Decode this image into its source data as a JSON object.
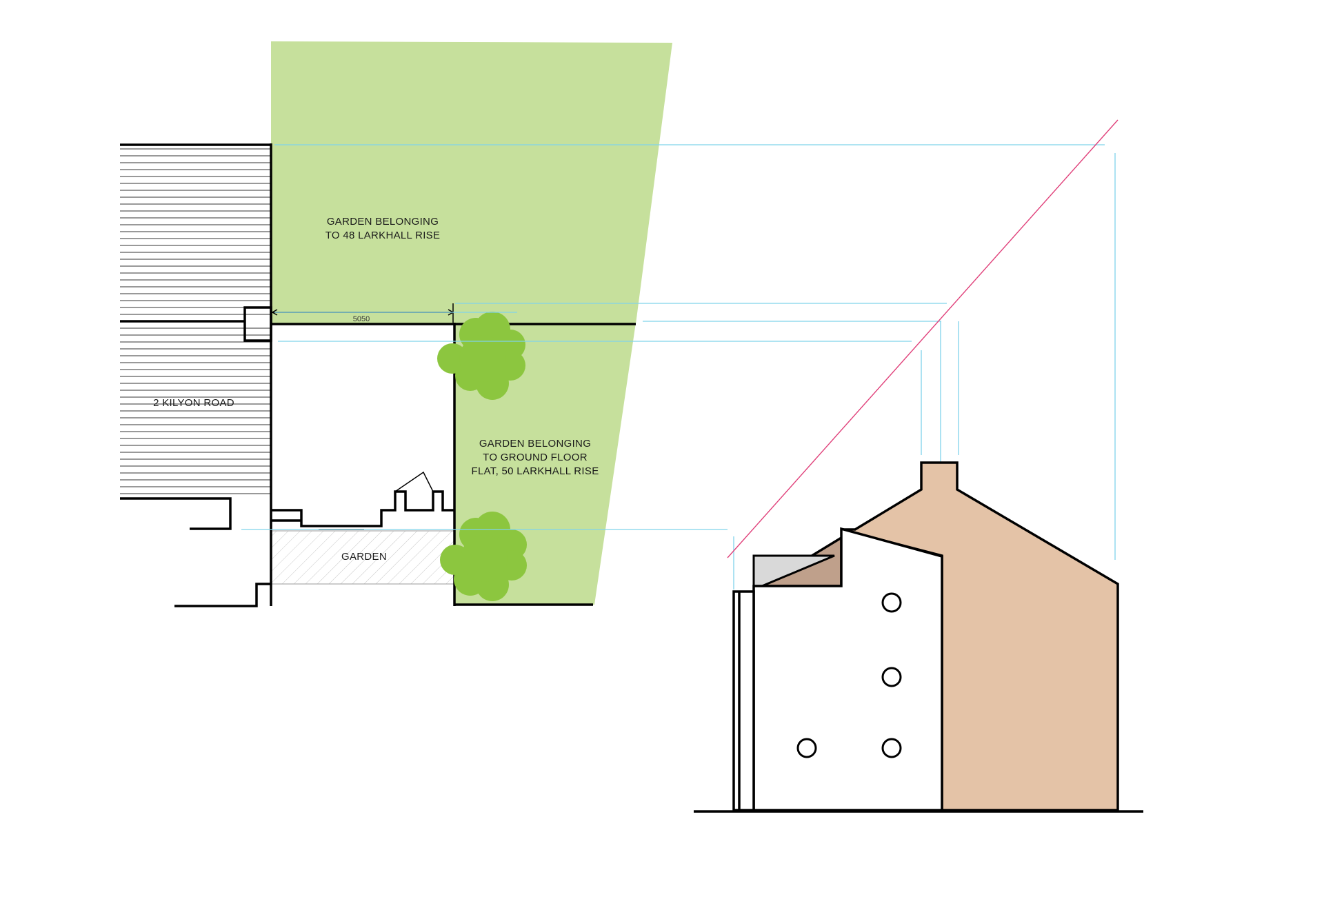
{
  "labels": {
    "garden_48_line1": "GARDEN BELONGING",
    "garden_48_line2": "TO 48 LARKHALL RISE",
    "kilyon_road": "2 KILYON ROAD",
    "garden_50_line1": "GARDEN BELONGING",
    "garden_50_line2": "TO GROUND FLOOR",
    "garden_50_line3": "FLAT, 50 LARKHALL RISE",
    "garden_small": "GARDEN",
    "dimension": "5050"
  },
  "colors": {
    "garden_green": "#c6e09c",
    "tree_green": "#8cc63f",
    "roof_tan": "#e4c3a7",
    "roof_dark": "#bfa08b",
    "parapet_grey": "#d9d9d9",
    "projection_blue": "#7fd3ea",
    "diagonal_pink": "#e0407a"
  }
}
